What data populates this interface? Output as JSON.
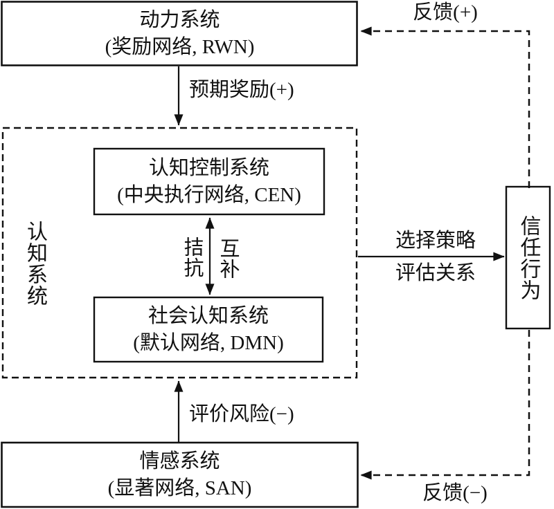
{
  "diagram": {
    "title_hint": "Neural systems model of trust behavior",
    "colors": {
      "line": "#111111",
      "background": "#ffffff",
      "text": "#111111"
    },
    "nodes": {
      "power": {
        "title": "动力系统",
        "subtitle": "(奖励网络, RWN)"
      },
      "cognitive_container": {
        "label": "认知系统"
      },
      "cognitive_control": {
        "title": "认知控制系统",
        "subtitle": "(中央执行网络, CEN)"
      },
      "social_cognition": {
        "title": "社会认知系统",
        "subtitle": "(默认网络, DMN)"
      },
      "trust_behavior": {
        "label": "信任行为"
      },
      "emotion": {
        "title": "情感系统",
        "subtitle": "(显著网络, SAN)"
      }
    },
    "edges": {
      "expected_reward": "预期奖励(+)",
      "antagonism": "拮抗",
      "complement": "互补",
      "select_strategy": "选择策略",
      "evaluate_relation": "评估关系",
      "evaluate_risk": "评价风险(−)",
      "feedback_positive": "反馈(+)",
      "feedback_negative": "反馈(−)"
    }
  }
}
